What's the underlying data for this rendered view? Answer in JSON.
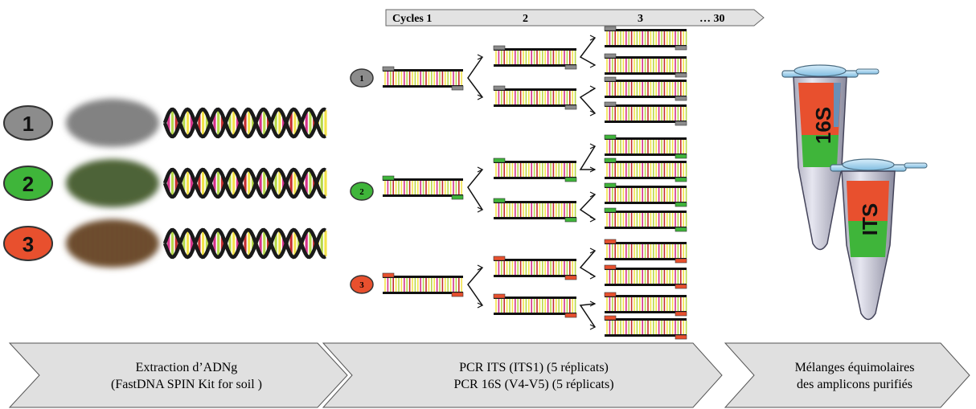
{
  "samples": [
    {
      "number": "1",
      "color": "#8c8c8c"
    },
    {
      "number": "2",
      "color": "#3fb53a"
    },
    {
      "number": "3",
      "color": "#e8502e"
    }
  ],
  "cycles_bar": {
    "label_1": "Cycles 1",
    "label_2": "2",
    "label_3": "3",
    "label_4": "… 30"
  },
  "tubes": {
    "tube_16s": {
      "label": "16S",
      "colors": [
        "#e8502e",
        "#3fb53a",
        "#4aa0d8"
      ]
    },
    "tube_its": {
      "label": "ITS",
      "colors": [
        "#e8502e",
        "#3fb53a"
      ]
    }
  },
  "steps": [
    {
      "line1": "Extraction d’ADNg",
      "line2": "(FastDNA SPIN Kit for soil )"
    },
    {
      "line1": "PCR ITS (ITS1) (5 réplicats)",
      "line2": "PCR 16S (V4-V5) (5 réplicats)"
    },
    {
      "line1": "Mélanges équimolaires",
      "line2": "des amplicons purifiés"
    }
  ],
  "colors": {
    "step_fill": "#e0e0e0",
    "step_stroke": "#555555",
    "helix_dark": "#1a1a1a",
    "rung_yellow": "#f3e34a",
    "rung_pink": "#d6338a",
    "rung_lime": "#b7d84a",
    "rung_red": "#c62f2f",
    "tube_glass": "#c9c9d6",
    "tube_cap": "#9fd2ee"
  }
}
